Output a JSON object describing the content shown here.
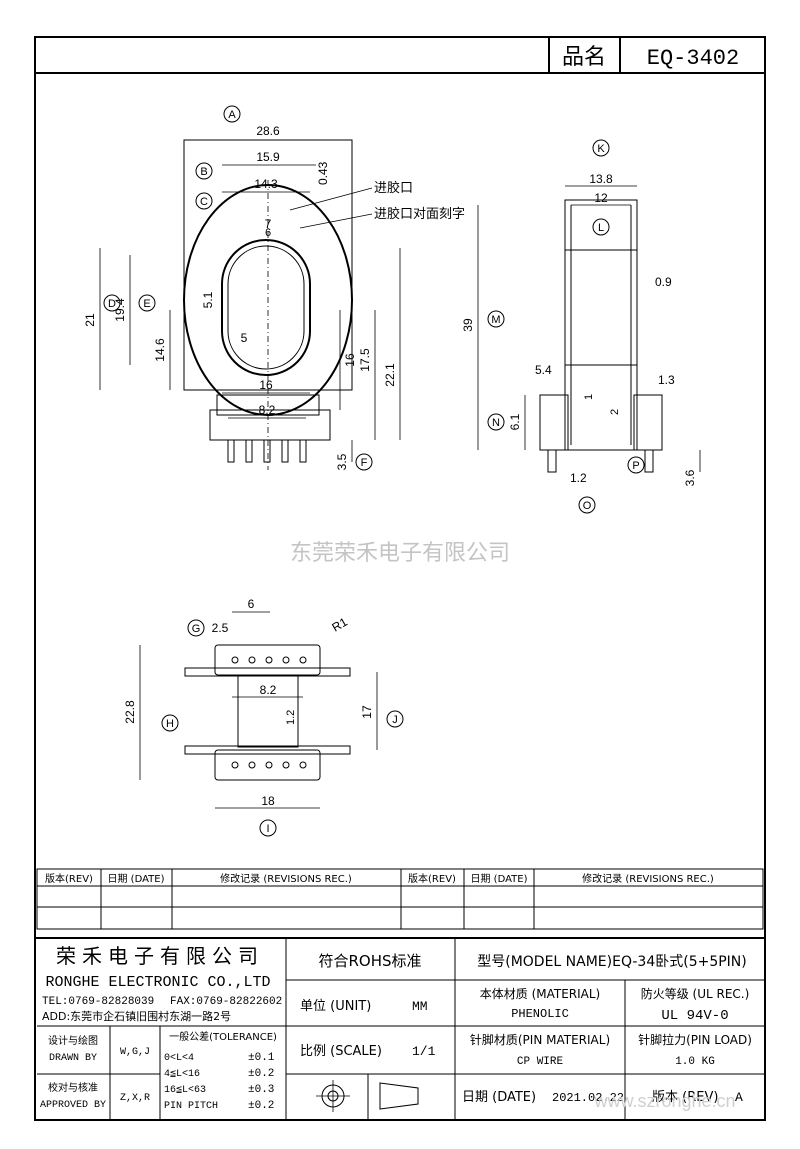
{
  "header": {
    "product_label": "品名",
    "product_code": "EQ-3402"
  },
  "watermark": "东莞荣禾电子有限公司",
  "site": "www.szronghe.cn",
  "callouts": {
    "gate": "进胶口",
    "gate_opposite": "进胶口对面刻字"
  },
  "front_view": {
    "markers": [
      "A",
      "B",
      "C",
      "D",
      "E",
      "F"
    ],
    "dims": [
      "28.6",
      "15.9",
      "14.3",
      "0.43",
      "7",
      "6",
      "21",
      "19.4",
      "5.1",
      "14.6",
      "5",
      "16",
      "16",
      "17.5",
      "22.1",
      "8.2",
      "3.5"
    ]
  },
  "side_view": {
    "markers": [
      "K",
      "L",
      "M",
      "N",
      "O",
      "P"
    ],
    "dims": [
      "13.8",
      "12",
      "0.9",
      "39",
      "5.4",
      "1.3",
      "1",
      "2",
      "6.1",
      "1.2",
      "3.6"
    ]
  },
  "bottom_view": {
    "markers": [
      "G",
      "H",
      "I",
      "J"
    ],
    "dims": [
      "6",
      "2.5",
      "R1",
      "8.2",
      "1.2",
      "22.8",
      "17",
      "18"
    ]
  },
  "revisions": {
    "headers": [
      "版本(REV)",
      "日期 (DATE)",
      "修改记录 (REVISIONS REC.)",
      "版本(REV)",
      "日期 (DATE)",
      "修改记录 (REVISIONS REC.)"
    ]
  },
  "title_block": {
    "company_cn": "荣禾电子有限公司",
    "company_en": "RONGHE ELECTRONIC CO.,LTD",
    "tel": "TEL:0769-82828039",
    "fax": "FAX:0769-82822602",
    "address": "ADD:东莞市企石镇旧围村东湖一路2号",
    "rohs": "符合ROHS标准",
    "model": "型号(MODEL NAME)EQ-34卧式(5+5PIN)",
    "unit_label": "单位 (UNIT)",
    "unit_value": "MM",
    "scale_label": "比例 (SCALE)",
    "scale_value": "1/1",
    "material_label": "本体材质 (MATERIAL)",
    "material_value": "PHENOLIC",
    "fire_label": "防火等级 (UL REC.)",
    "fire_value": "UL 94V-0",
    "pin_material_label": "针脚材质(PIN MATERIAL)",
    "pin_material_value": "CP WIRE",
    "pin_load_label": "针脚拉力(PIN LOAD)",
    "pin_load_value": "1.0 KG",
    "drawn_label_cn": "设计与绘图",
    "drawn_label_en": "DRAWN BY",
    "drawn_value": "W,G,J",
    "approved_label_cn": "校对与核准",
    "approved_label_en": "APPROVED BY",
    "approved_value": "Z,X,R",
    "tolerance_title": "一般公差(TOLERANCE)",
    "tolerances": [
      {
        "range": "0<L<4",
        "tol": "±0.1"
      },
      {
        "range": "4≦L<16",
        "tol": "±0.2"
      },
      {
        "range": "16≦L<63",
        "tol": "±0.3"
      },
      {
        "range": "PIN PITCH",
        "tol": "±0.2"
      }
    ],
    "date_label": "日期 (DATE)",
    "date_value": "2021.02.22",
    "rev_label": "版本 (REV)",
    "rev_value": "A"
  }
}
